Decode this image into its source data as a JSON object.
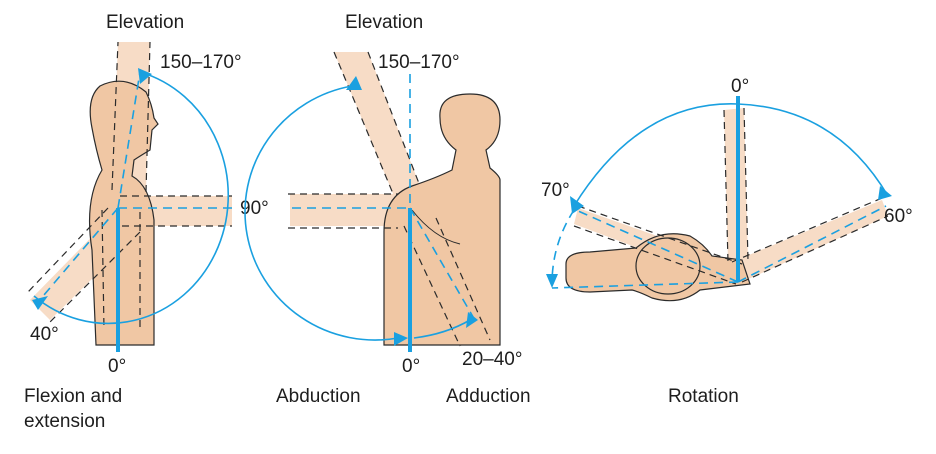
{
  "panels": {
    "flexion": {
      "title": "Elevation",
      "top_angle": "150–170°",
      "side_angle": "90°",
      "back_angle": "40°",
      "zero_angle": "0°",
      "caption_line1": "Flexion and",
      "caption_line2": "extension"
    },
    "abduction": {
      "title": "Elevation",
      "top_angle": "150–170°",
      "zero_angle": "0°",
      "adduction_angle": "20–40°",
      "caption_left": "Abduction",
      "caption_right": "Adduction"
    },
    "rotation": {
      "zero_angle": "0°",
      "left_angle": "70°",
      "right_angle": "60°",
      "caption": "Rotation"
    }
  },
  "colors": {
    "accent": "#1aa0e0",
    "skin": "#f0c7a4",
    "skin_light": "#f7dcc6"
  }
}
